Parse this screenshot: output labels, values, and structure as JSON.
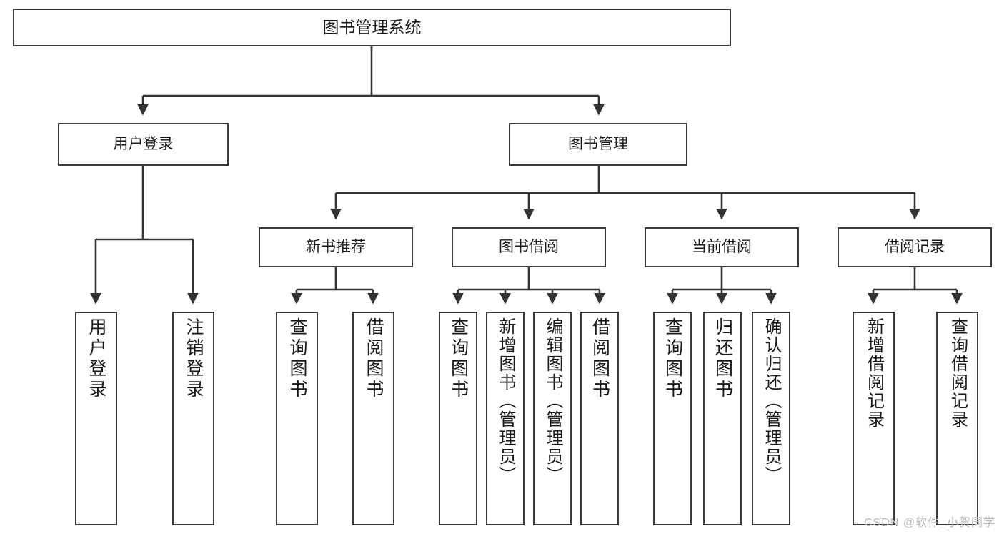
{
  "diagram": {
    "title": "图书管理系统",
    "type": "tree",
    "orientation": "top-down",
    "colors": {
      "background": "#ffffff",
      "border": "#3a3a3a",
      "text": "#1a1a1a",
      "connector": "#333333",
      "watermark": "#b9b9b9"
    },
    "root": {
      "id": "root",
      "label": "图书管理系统"
    },
    "level2": [
      {
        "id": "user-login",
        "label": "用户登录"
      },
      {
        "id": "book-manage",
        "label": "图书管理"
      }
    ],
    "level3": [
      {
        "id": "new-book-rec",
        "label": "新书推荐",
        "parent": "book-manage"
      },
      {
        "id": "book-borrow",
        "label": "图书借阅",
        "parent": "book-manage"
      },
      {
        "id": "current-borrow",
        "label": "当前借阅",
        "parent": "book-manage"
      },
      {
        "id": "borrow-record",
        "label": "借阅记录",
        "parent": "book-manage"
      }
    ],
    "leaves": {
      "user_login": [
        {
          "id": "leaf-user-login",
          "label": "用户登录"
        },
        {
          "id": "leaf-user-logout",
          "label": "注销登录"
        }
      ],
      "new_book_rec": [
        {
          "id": "leaf-query-book-1",
          "label": "查询图书"
        },
        {
          "id": "leaf-borrow-book-1",
          "label": "借阅图书"
        }
      ],
      "book_borrow": [
        {
          "id": "leaf-query-book-2",
          "label": "查询图书"
        },
        {
          "id": "leaf-add-book",
          "label": "新增图书（管理员）"
        },
        {
          "id": "leaf-edit-book",
          "label": "编辑图书（管理员）"
        },
        {
          "id": "leaf-borrow-book-2",
          "label": "借阅图书"
        }
      ],
      "current_borrow": [
        {
          "id": "leaf-query-book-3",
          "label": "查询图书"
        },
        {
          "id": "leaf-return-book",
          "label": "归还图书"
        },
        {
          "id": "leaf-confirm-return",
          "label": "确认归还（管理员）"
        }
      ],
      "borrow_record": [
        {
          "id": "leaf-add-record",
          "label": "新增借阅记录"
        },
        {
          "id": "leaf-query-record",
          "label": "查询借阅记录"
        }
      ]
    }
  },
  "watermark": {
    "text": "CSDN @软件_小贺同学"
  }
}
